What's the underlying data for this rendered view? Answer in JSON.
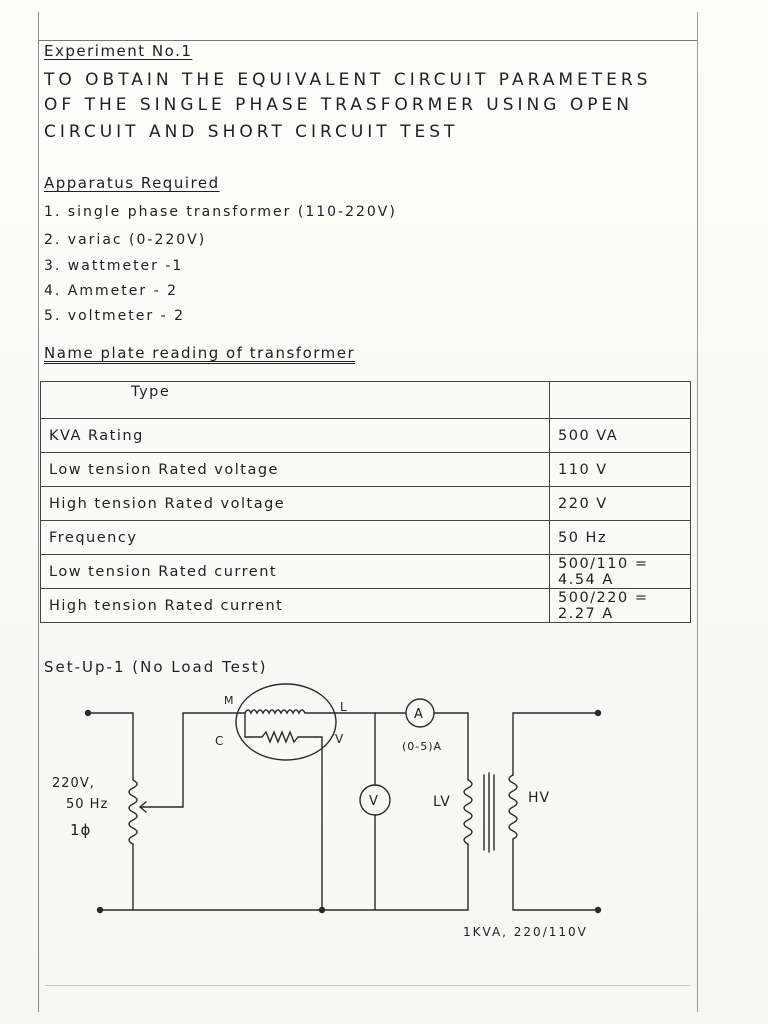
{
  "experiment": {
    "heading": "Experiment No.1",
    "title_lines": [
      "TO OBTAIN THE EQUIVALENT CIRCUIT PARAMETERS",
      "OF THE SINGLE PHASE TRASFORMER USING OPEN",
      "CIRCUIT AND SHORT CIRCUIT TEST"
    ]
  },
  "apparatus": {
    "heading": "Apparatus Required",
    "items": [
      "1. single phase transformer (110-220V)",
      "2. variac (0-220V)",
      "3. wattmeter -1",
      "4. Ammeter - 2",
      "5. voltmeter - 2"
    ]
  },
  "nameplate": {
    "heading": "Name plate reading of transformer",
    "header": "Type",
    "rows": [
      {
        "label": "KVA Rating",
        "value": "500 VA"
      },
      {
        "label": "Low tension Rated voltage",
        "value": "110 V"
      },
      {
        "label": "High tension Rated voltage",
        "value": "220 V"
      },
      {
        "label": "Frequency",
        "value": "50 Hz"
      },
      {
        "label": "Low tension Rated current",
        "value": "500/110 = 4.54 A"
      },
      {
        "label": "High tension Rated current",
        "value": "500/220 = 2.27 A"
      }
    ]
  },
  "setup": {
    "heading": "Set-Up-1 (No Load Test)",
    "supply_voltage": "220V,",
    "supply_frequency": "50 Hz",
    "supply_phase": "1ϕ",
    "wattmeter_m": "M",
    "wattmeter_l": "L",
    "wattmeter_c": "C",
    "wattmeter_v": "V",
    "ammeter_symbol": "A",
    "ammeter_range": "(0-5)A",
    "voltmeter_symbol": "V",
    "lv_label": "LV",
    "hv_label": "HV",
    "transformer_rating": "1KVA, 220/110V"
  }
}
